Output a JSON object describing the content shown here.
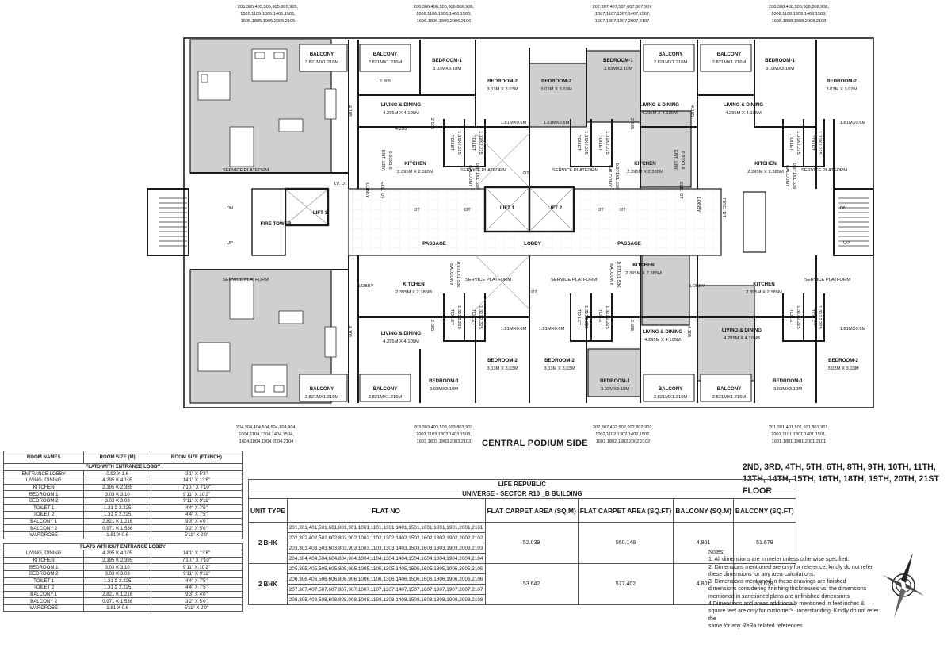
{
  "plan": {
    "flat_lists": {
      "top": [
        [
          "205,305,405,505,605,805,905,",
          "1005,1105,1305,1405,1505,",
          "1605,1805,1905,2005,2105"
        ],
        [
          "206,306,406,506,606,806,906,",
          "1006,1106,1306,1406,1506,",
          "1606,1806,1906,2006,2106"
        ],
        [
          "207,307,407,507,607,807,907",
          ",1007,1107,1307,1407,1507,",
          "1607,1807,1907,2007,2107"
        ],
        [
          "208,308,408,508,608,808,908,",
          "1008,1108,1308,1408,1508,",
          "1608,1808,1908,2008,2108"
        ]
      ],
      "bottom": [
        [
          "204,304,404,504,604,804,904,",
          "1004,1104,1304,1404,1504,",
          "1604,1804,1904,2004,2104"
        ],
        [
          "203,303,403,503,603,803,903,",
          "1003,1103,1303,1403,1503,",
          "1603,1803,1903,2003,2103"
        ],
        [
          "202,302,402,502,602,802,902,",
          "1002,1102,1302,1402,1502,",
          "1602,1802,1902,2002,2102"
        ],
        [
          "201,301,401,501,601,801,901,",
          "1001,1101,1301,1401,1501,",
          "1601,1801,1901,2001,2101"
        ]
      ]
    },
    "rooms": {
      "balcony": "BALCONY",
      "balcony_size": "2.821MX1.216M",
      "bedroom1": "BEDROOM-1",
      "bedroom1_size": "3.03MX3.10M",
      "bedroom2": "BEDROOM-2",
      "bedroom2_size": "3.03M X 3.03M",
      "living": "LIVING & DINING",
      "living_size": "4.295M X 4.105M",
      "kitchen": "KITCHEN",
      "kitchen_size": "2.395M X 2.385M",
      "toilet": "TOILET",
      "toilet_size": "1.31X2.225",
      "ent_lby": "ENT. LBY.",
      "ent_lby_size": "0.93X1.6",
      "wardrobe": "1.81MX0.6M",
      "service": "SERVICE PLATFORM",
      "balcony2": "BALCONY",
      "balcony2_size": "0.971X1.536",
      "dim_2805": "2.805",
      "dim_4295": "4.295",
      "dim_4105": "4.105",
      "dim_2585": "2.585"
    },
    "core": {
      "passage": "PASSAGE",
      "lobby": "LOBBY",
      "lift1": "LIFT 1",
      "lift2": "LIFT 2",
      "lift3": "LIFT 3",
      "fire_tower": "FIRE TOWER",
      "dt": "DT",
      "lv_dt": "LV. DT",
      "ele_dt": "ELE. DT",
      "fire_dt": "FIRE. DT",
      "dn": "DN",
      "up": "UP"
    }
  },
  "podium_label": "CENTRAL PODIUM SIDE",
  "floors_label": "2ND, 3RD, 4TH, 5TH, 6TH, 8TH, 9TH, 10TH, 11TH, 13TH, 14TH, 15TH, 16TH, 18TH, 19TH, 20TH, 21ST FLOOR",
  "room_sizes": {
    "headers": [
      "ROOM NAMES",
      "ROOM SIZE (M)",
      "ROOM SIZE (FT-INCH)"
    ],
    "section1_title": "FLATS WITH ENTRANCE LOBBY",
    "section1": [
      [
        "ENTRANCE LOBBY",
        "0.93 X 1.6",
        "3'1\" X 5'3\""
      ],
      [
        "LIVING, DINING",
        "4.295 X 4.105",
        "14'1\" X 13'6\""
      ],
      [
        "KITCHEN",
        "2.395 X 2.385",
        "7'10.\" X 7'10\""
      ],
      [
        "BEDROOM 1",
        "3.03 X 3.10",
        "9'11\" X 10'2\""
      ],
      [
        "BEDROOM 2",
        "3.03 X 3.03",
        "9'11\" X 9'11\""
      ],
      [
        "TOILET 1",
        "1.31 X 2.225",
        "4'4\" X 7'5\""
      ],
      [
        "TOILET 2",
        "1.31 X 2.225",
        "4'4\" X 7'5\""
      ],
      [
        "BALCONY 1",
        "2.821 X 1.216",
        "9'3\" X 4'0\""
      ],
      [
        "BALCONY 2",
        "0.971 X 1.536",
        "3'2\" X 5'0\""
      ],
      [
        "WARDROBE",
        "1.81 X 0.6",
        "5'11\" X 2'0\""
      ]
    ],
    "section2_title": "FLATS WITHOUT ENTRANCE LOBBY",
    "section2": [
      [
        "LIVING, DINING",
        "4.295 X 4.105",
        "14'1\" X 13'6\""
      ],
      [
        "KITCHEN",
        "2.395 X 2.385",
        "7'10.\" X 7'10\""
      ],
      [
        "BEDROOM 1",
        "3.03 X 3.10",
        "9'11\" X 10'2\""
      ],
      [
        "BEDROOM 2",
        "3.03 X 3.03",
        "9'11\" X 9'11\""
      ],
      [
        "TOILET 1",
        "1.31 X 2.225",
        "4'4\" X 7'5\""
      ],
      [
        "TOILET 2",
        "1.31 X 2.225",
        "4'4\" X 7'5\""
      ],
      [
        "BALCONY 1",
        "2.821 X 1.216",
        "9'3\" X 4'0\""
      ],
      [
        "BALCONY 2",
        "0.971 X 1.536",
        "3'2\" X 5'0\""
      ],
      [
        "WARDROBE",
        "1.81 X 0.6",
        "5'11\" X 2'0\""
      ]
    ]
  },
  "unit_table": {
    "title": "LIFE REPUBLIC",
    "subtitle": "UNIVERSE - SECTOR R10 _B BUILDING",
    "headers": [
      "UNIT TYPE",
      "FLAT NO",
      "FLAT CARPET AREA (SQ.M)",
      "FLAT CARPET AREA (SQ.FT)",
      "BALCONY (SQ.M)",
      "BALCONY (SQ.FT)"
    ],
    "rows": [
      {
        "type": "2 BHK",
        "flats": [
          "201,301,401,501,601,801,901,1001,1101,1301,1401,1501,1601,1801,1901,2001,2101",
          "202,302,402,502,602,802,902,1002,1102,1302,1402,1502,1602,1802,1902,2002,2102",
          "203,303,403,503,603,803,903,1003,1103,1303,1403,1503,1603,1803,1903,2003,2103",
          "204,304,404,504,604,804,904,1004,1104,1304,1404,1504,1604,1804,1904,2004,2104"
        ],
        "carpet_sqm": "52.039",
        "carpet_sqft": "560.148",
        "balcony_sqm": "4.801",
        "balcony_sqft": "51.678"
      },
      {
        "type": "2 BHK",
        "flats": [
          "205,305,405,505,605,805,905,1005,1105,1305,1405,1505,1605,1805,1905,2005,2105",
          "206,306,406,506,606,806,906,1006,1106,1306,1406,1506,1606,1806,1906,2006,2106",
          "207,307,407,507,607,807,907,1007,1107,1307,1407,1507,1607,1807,1907,2007,2107",
          "208,308,408,508,608,808,908,1008,1108,1308,1408,1508,1608,1808,1908,2008,2108"
        ],
        "carpet_sqm": "53.642",
        "carpet_sqft": "577.402",
        "balcony_sqm": "4.801",
        "balcony_sqft": "51.678"
      }
    ]
  },
  "notes": {
    "title": "Notes:",
    "lines": [
      "1. All dimensions are in meter unless otherwise specified.",
      "2. Dimensions mentioned are only for reference. kindly do not refer",
      "these dimensions for any area calculations.",
      "3. Dimensions mentioned in these drawings are finished",
      "dimensions considering finishing thicknesses vs. the dimensions",
      "mentioned in sanctioned plans are unfinished dimensions",
      "4.Dimensions and areas additionally mentioned in feet  inches &",
      "square feet are only for customer's understanding. Kindly do not refer the",
      "same for any ReRa related references."
    ]
  },
  "colors": {
    "wall": "#1a1a1a",
    "highlight": "#cfcfcf",
    "line": "#555555",
    "paper": "#ffffff"
  },
  "icons": {
    "compass": "north-compass-icon"
  }
}
